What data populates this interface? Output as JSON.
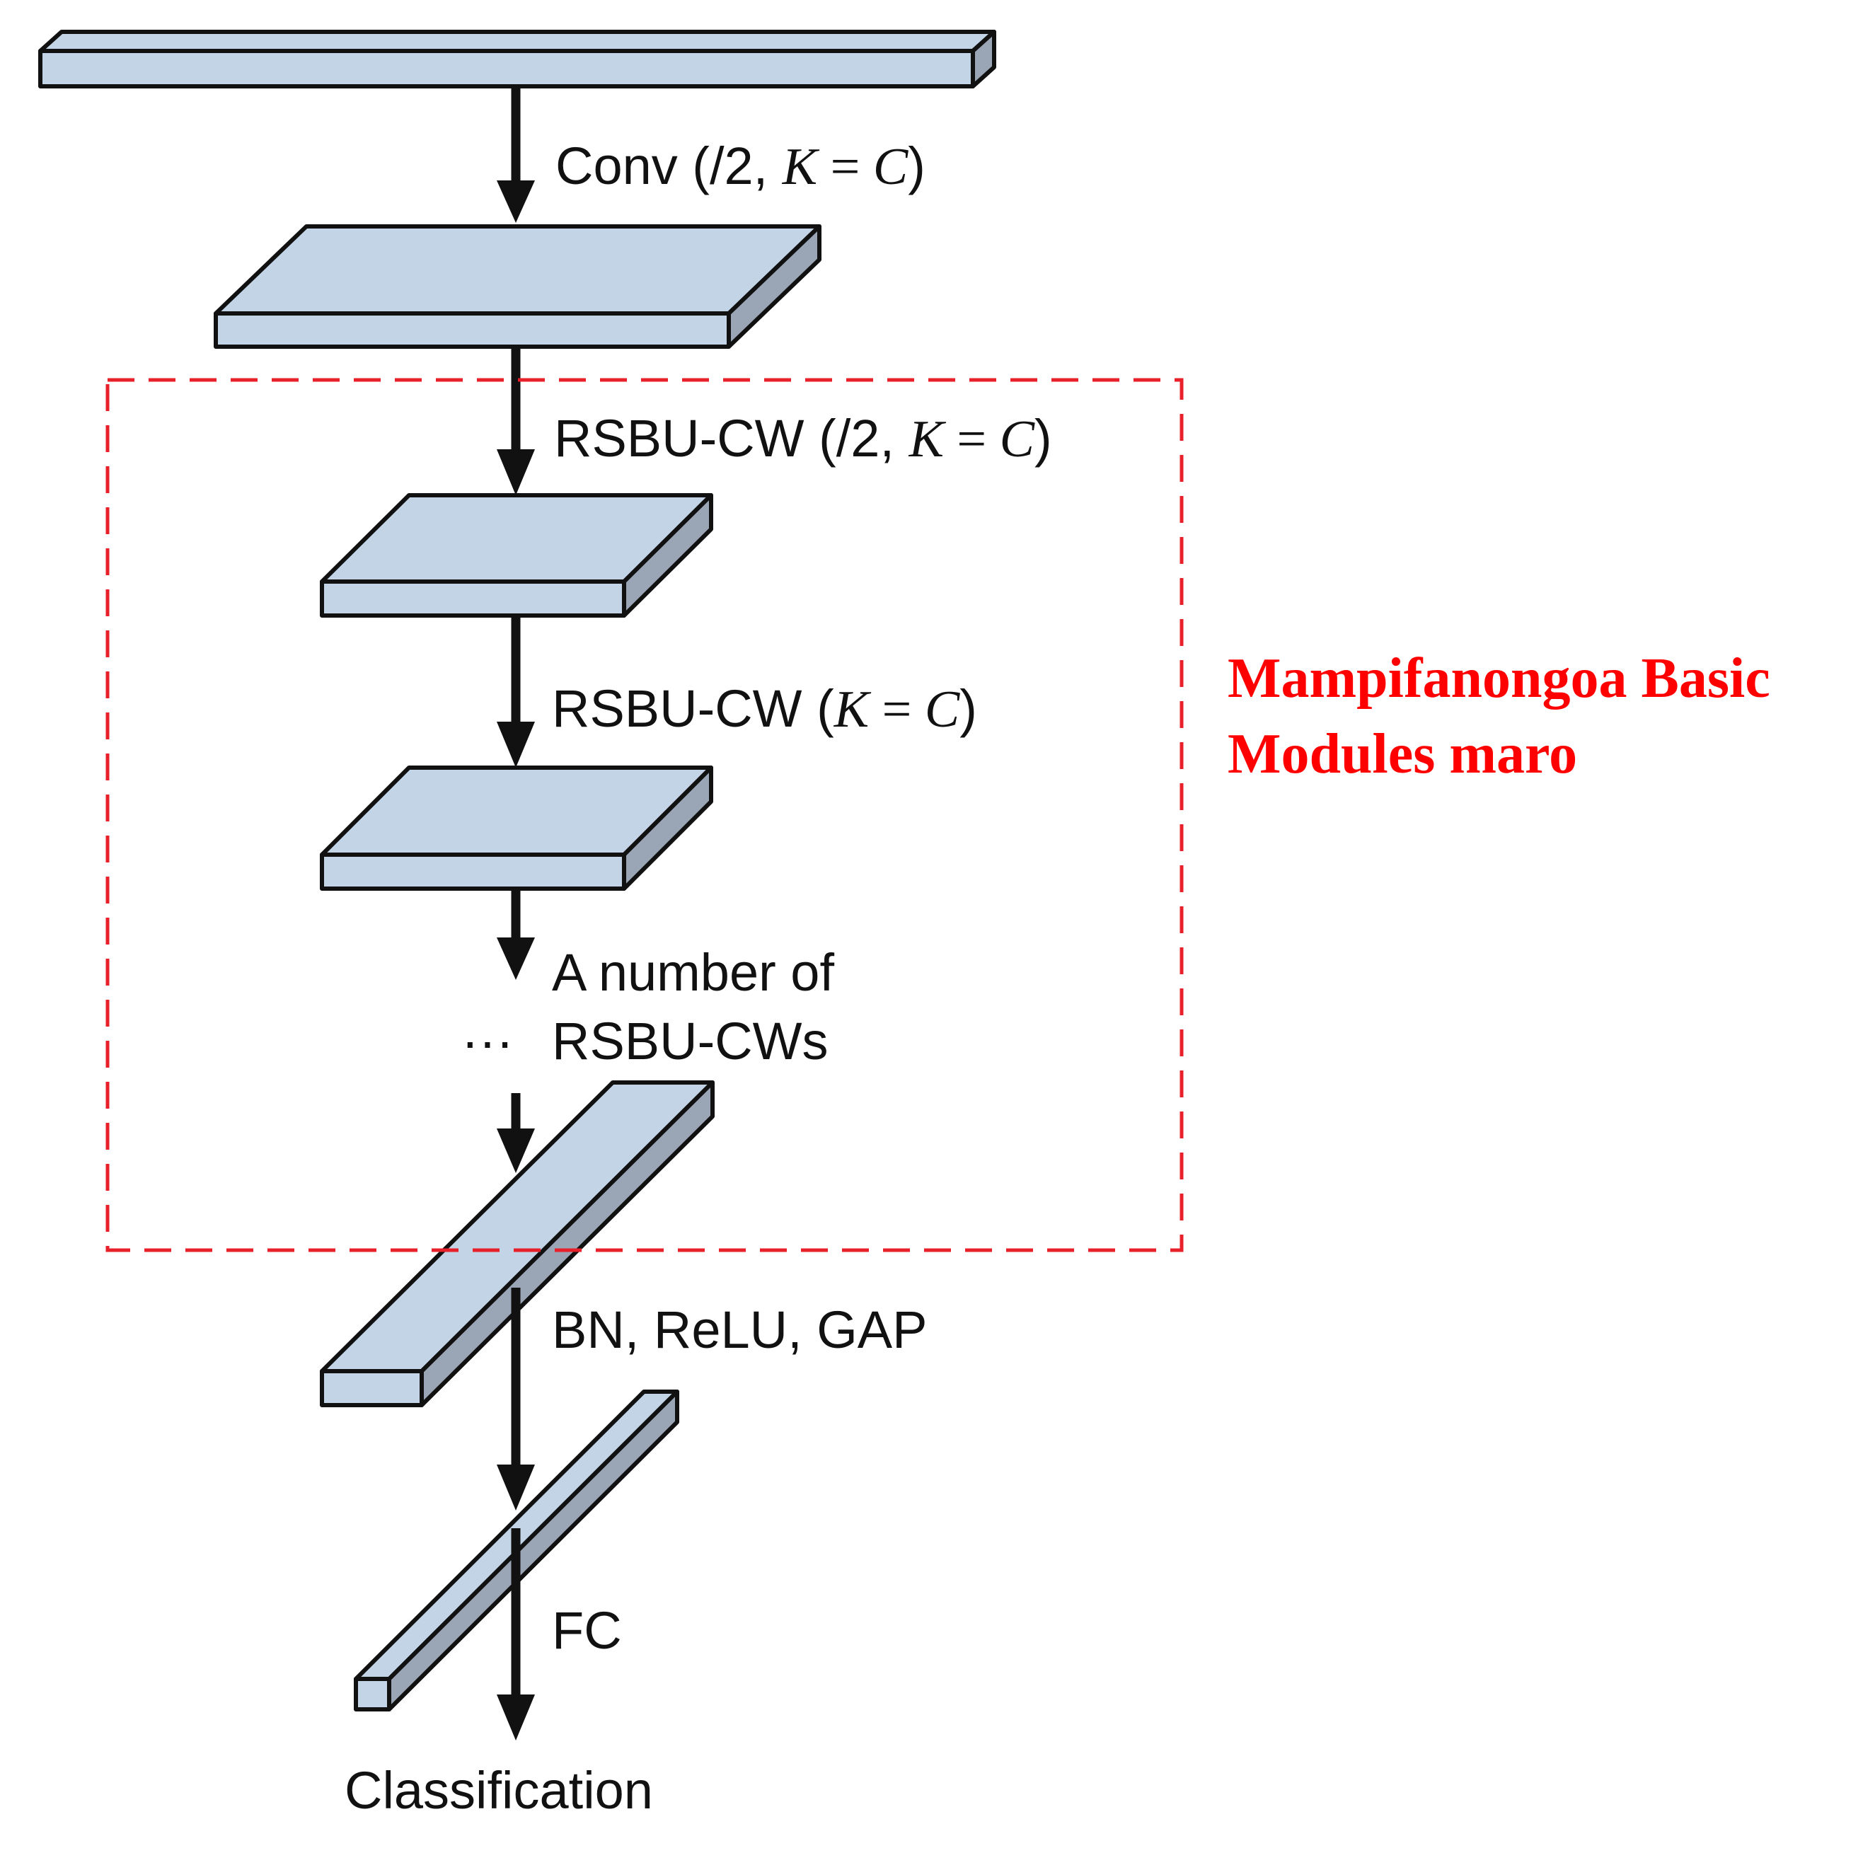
{
  "labels": {
    "conv_prefix": "Conv (/2, ",
    "conv_k": "K",
    "conv_eq": " = ",
    "conv_c": "C",
    "conv_suffix": ")",
    "rsbu1_prefix": "RSBU-CW (/2, ",
    "rsbu1_k": "K",
    "rsbu1_eq": " = ",
    "rsbu1_c": "C",
    "rsbu1_suffix": ")",
    "rsbu2_prefix": "RSBU-CW (",
    "rsbu2_k": "K",
    "rsbu2_eq": " = ",
    "rsbu2_c": "C",
    "rsbu2_suffix": ")",
    "number_of_line1": "A number of",
    "ellipsis": "···",
    "number_of_line2": "RSBU-CWs",
    "bn_relu_gap": "BN, ReLU, GAP",
    "fc": "FC",
    "classification": "Classification"
  },
  "annotation": {
    "line1": "Mampifanongoa Basic",
    "line2": "Modules maro"
  },
  "colors": {
    "block_face": "#c3d4e7",
    "block_side": "#9aa5b5",
    "outline": "#111111",
    "dashed_frame": "#e8202a",
    "annotation_text": "#ff0000"
  }
}
